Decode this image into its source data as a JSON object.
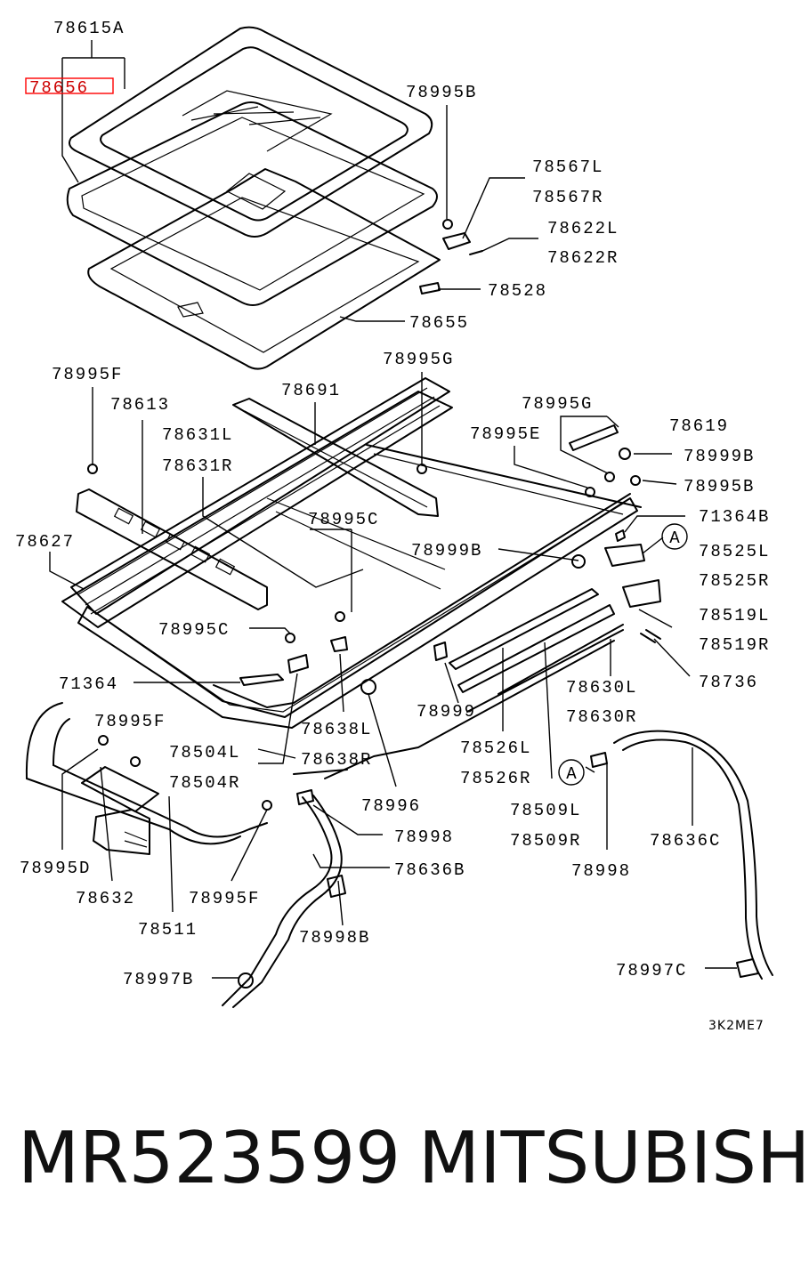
{
  "diagram_code": "3K2ME7",
  "highlight_label": "78656",
  "labels": [
    "78615A",
    "78656",
    "78995B",
    "78567L",
    "78567R",
    "78622L",
    "78622R",
    "78528",
    "78655",
    "78995G",
    "78691",
    "78995F",
    "78613",
    "78631L",
    "78631R",
    "78995G",
    "78619",
    "78995E",
    "78999B",
    "78995B",
    "78995C",
    "71364B",
    "78627",
    "78999B",
    "78525L",
    "78525R",
    "78519L",
    "78519R",
    "78995C",
    "71364",
    "78736",
    "78630L",
    "78630R",
    "78999",
    "78638L",
    "78638R",
    "78526L",
    "78526R",
    "78504L",
    "78504R",
    "78995F",
    "78996",
    "78509L",
    "78509R",
    "78998",
    "78636C",
    "78636B",
    "78995D",
    "78995F",
    "78632",
    "78998",
    "78998B",
    "78511",
    "78997B",
    "78997C"
  ],
  "circle_marks": [
    "A",
    "A"
  ],
  "caption": {
    "part_number": "MR523599",
    "brand": "MITSUBISHI"
  }
}
